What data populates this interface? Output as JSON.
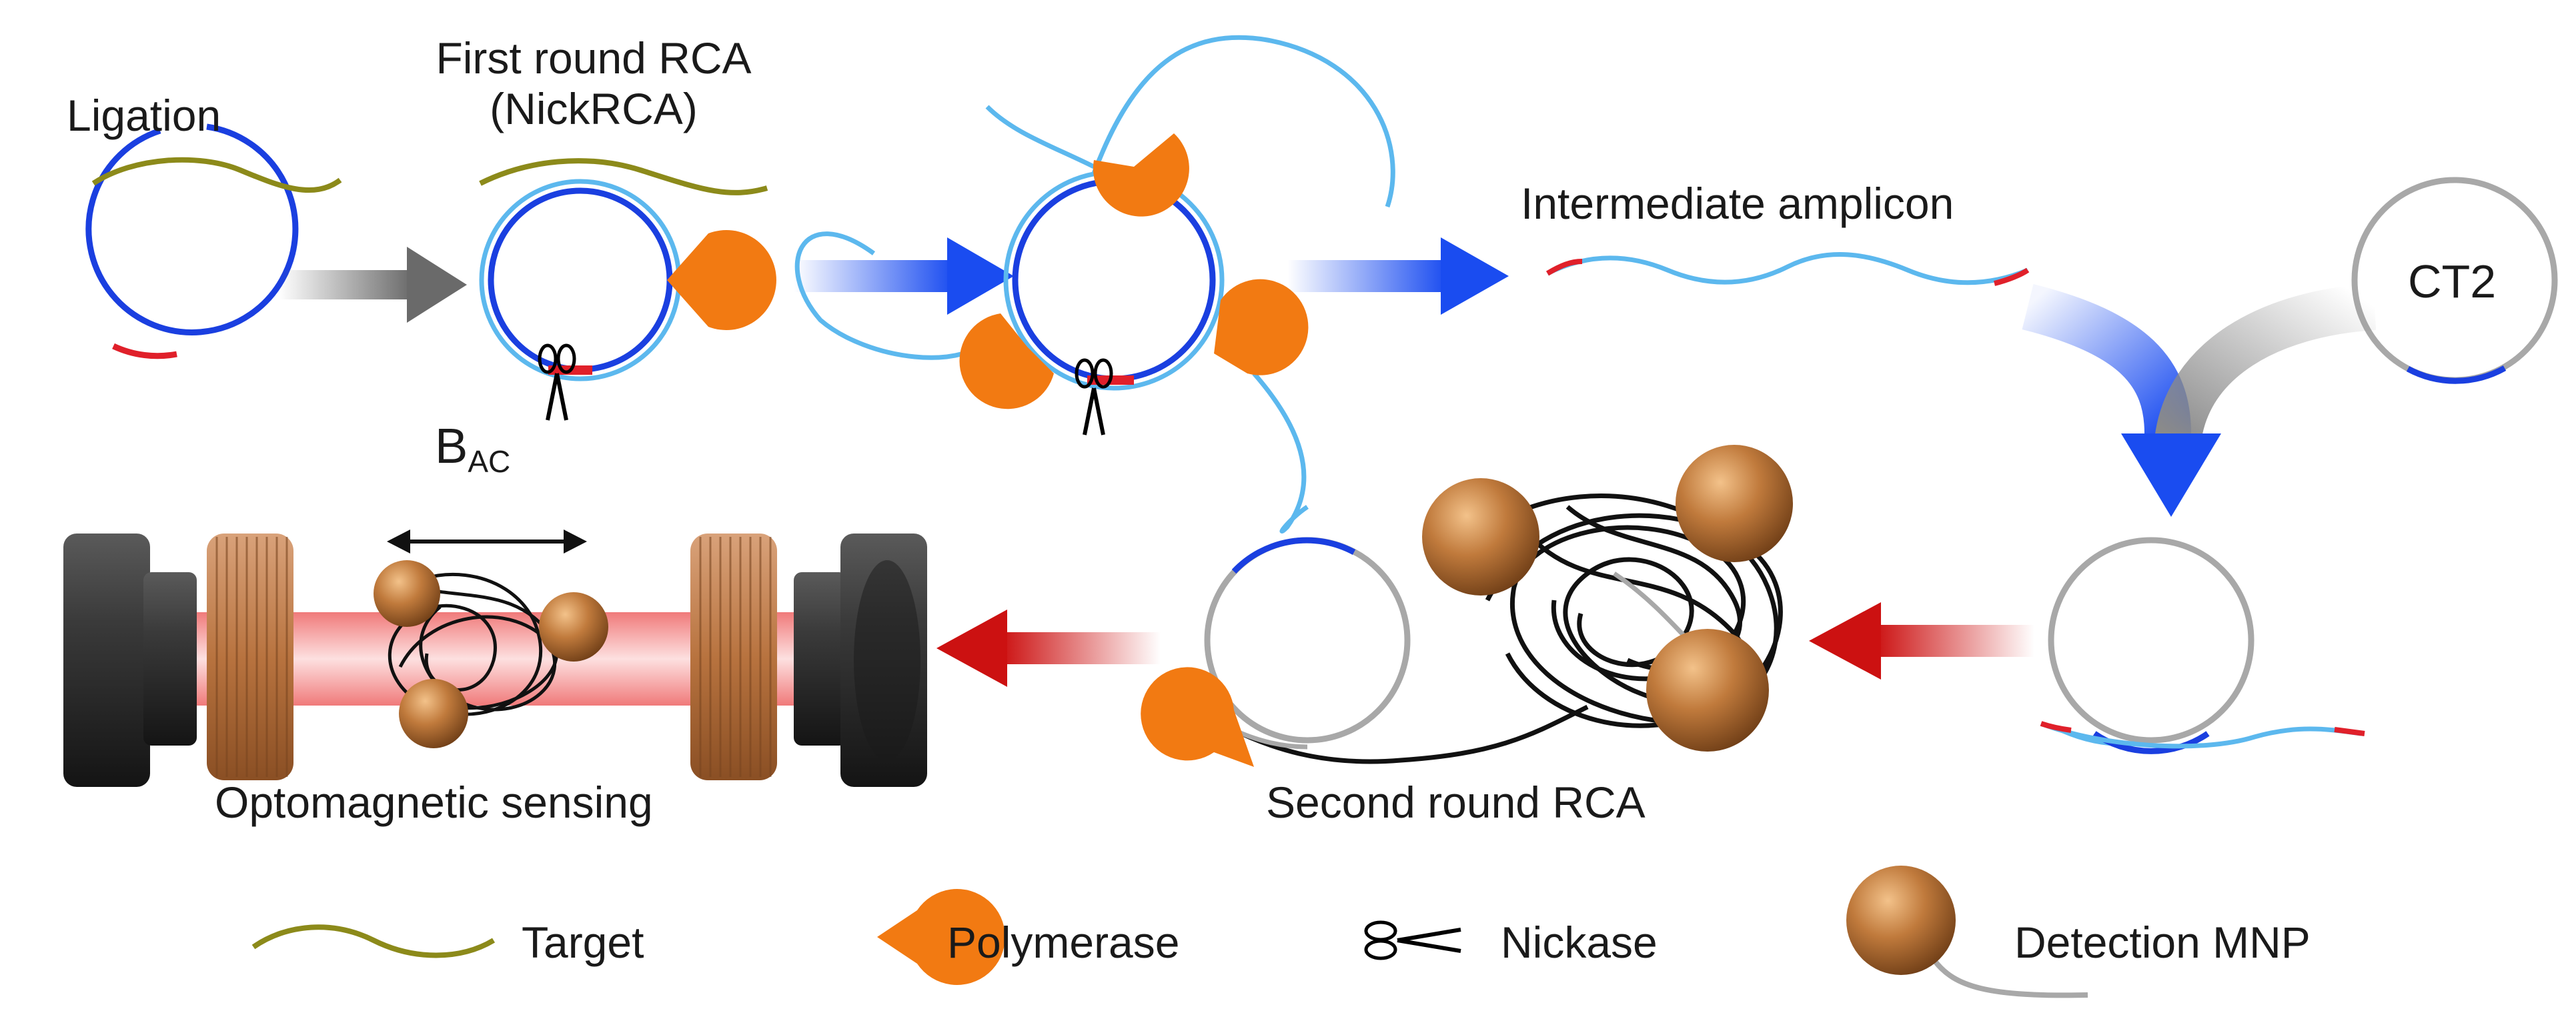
{
  "labels": {
    "ligation": "Ligation",
    "first_round_line1": "First round RCA",
    "first_round_line2": "(NickRCA)",
    "intermediate_amplicon": "Intermediate amplicon",
    "ct2": "CT2",
    "bac_main": "B",
    "bac_sub": "AC",
    "optomagnetic_sensing": "Optomagnetic sensing",
    "second_round_rca": "Second round RCA"
  },
  "legend": {
    "target": "Target",
    "polymerase": "Polymerase",
    "nickase": "Nickase",
    "detection_mnp": "Detection MNP"
  },
  "colors": {
    "probe_blue": "#1a3fe0",
    "amplicon_light_blue": "#5cb8ee",
    "target_olive": "#8c8a1a",
    "ligation_red": "#e0202a",
    "polymerase_orange": "#f27a12",
    "mnp_brown": "#b8763e",
    "ct2_gray": "#a8a8a8",
    "arrow_red": "#cc1111",
    "arrow_blue": "#1a4cf0",
    "arrow_gray": "#6a6a6a",
    "magnet_dark": "#2e2e2e",
    "coil_copper": "#c0824f",
    "laser_pink": "#f28a8a"
  }
}
